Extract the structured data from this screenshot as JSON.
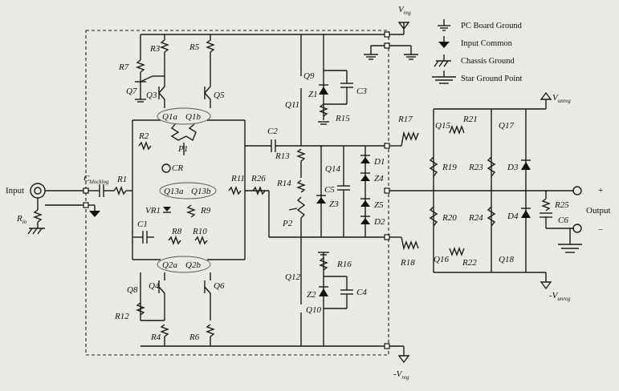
{
  "legend": [
    {
      "symbol": "pc-board-ground",
      "text": "PC Board Ground"
    },
    {
      "symbol": "input-common",
      "text": "Input Common"
    },
    {
      "symbol": "chassis-ground",
      "text": "Chassis Ground"
    },
    {
      "symbol": "star-ground",
      "text": "Star Ground Point"
    }
  ],
  "rails": {
    "vreg": "V",
    "vreg_sub": "reg",
    "neg_vreg": "-V",
    "neg_vreg_sub": "reg",
    "vunreg": "V",
    "vunreg_sub": "unreg",
    "neg_vunreg": "-V",
    "neg_vunreg_sub": "unreg"
  },
  "io": {
    "input": "Input",
    "rin": "R",
    "rin_sub": "in",
    "output": "Output",
    "plus": "+",
    "minus": "−",
    "cblocking": "C",
    "cblocking_sub": "blocking"
  },
  "pairs": {
    "q1a": "Q1a",
    "q1b": "Q1b",
    "q2a": "Q2a",
    "q2b": "Q2b",
    "q13a": "Q13a",
    "q13b": "Q13b"
  },
  "components": {
    "r1": "R1",
    "r2": "R2",
    "r3": "R3",
    "r4": "R4",
    "r5": "R5",
    "r6": "R6",
    "r7": "R7",
    "r8": "R8",
    "r9": "R9",
    "r10": "R10",
    "r11": "R11",
    "r12": "R12",
    "r13": "R13",
    "r14": "R14",
    "r15": "R15",
    "r16": "R16",
    "r17": "R17",
    "r18": "R18",
    "r19": "R19",
    "r20": "R20",
    "r21": "R21",
    "r22": "R22",
    "r23": "R23",
    "r24": "R24",
    "r25": "R25",
    "r26": "R26",
    "c1": "C1",
    "c2": "C2",
    "c3": "C3",
    "c4": "C4",
    "c5": "C5",
    "c6": "C6",
    "q3": "Q3",
    "q4": "Q4",
    "q5": "Q5",
    "q6": "Q6",
    "q7": "Q7",
    "q8": "Q8",
    "q9": "Q9",
    "q10": "Q10",
    "q11": "Q11",
    "q12": "Q12",
    "q14": "Q14",
    "q15": "Q15",
    "q16": "Q16",
    "q17": "Q17",
    "q18": "Q18",
    "z1": "Z1",
    "z2": "Z2",
    "z3": "Z3",
    "z4": "Z4",
    "z5": "Z5",
    "d1": "D1",
    "d2": "D2",
    "d3": "D3",
    "d4": "D4",
    "p1": "P1",
    "p2": "P2",
    "vr1": "VR1",
    "cr": "CR"
  }
}
